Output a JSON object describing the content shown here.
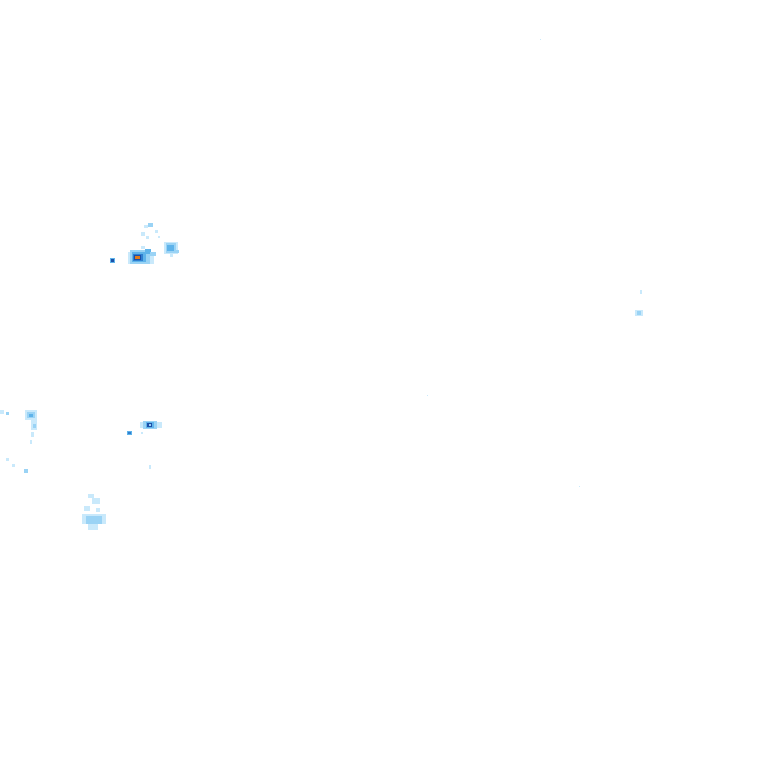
{
  "map": {
    "type": "weather-radar-overlay",
    "background": "transparent",
    "legend_colors": {
      "very_light": "#c9e9fb",
      "light": "#9ad3f5",
      "moderate": "#5eb3ea",
      "medium": "#2f7fd0",
      "heavy": "#1c4fa8",
      "very_heavy": "#e07a1a"
    },
    "echo_cells": [
      {
        "name": "cell-northwest-core",
        "intensity": "very_heavy"
      },
      {
        "name": "cell-northwest-east",
        "intensity": "moderate"
      },
      {
        "name": "cell-northwest-north",
        "intensity": "very_light"
      },
      {
        "name": "cell-northwest-west",
        "intensity": "heavy"
      },
      {
        "name": "cell-west-edge",
        "intensity": "light"
      },
      {
        "name": "cell-west-central",
        "intensity": "heavy"
      },
      {
        "name": "cell-southwest",
        "intensity": "very_light"
      },
      {
        "name": "cell-east",
        "intensity": "very_light"
      }
    ]
  }
}
